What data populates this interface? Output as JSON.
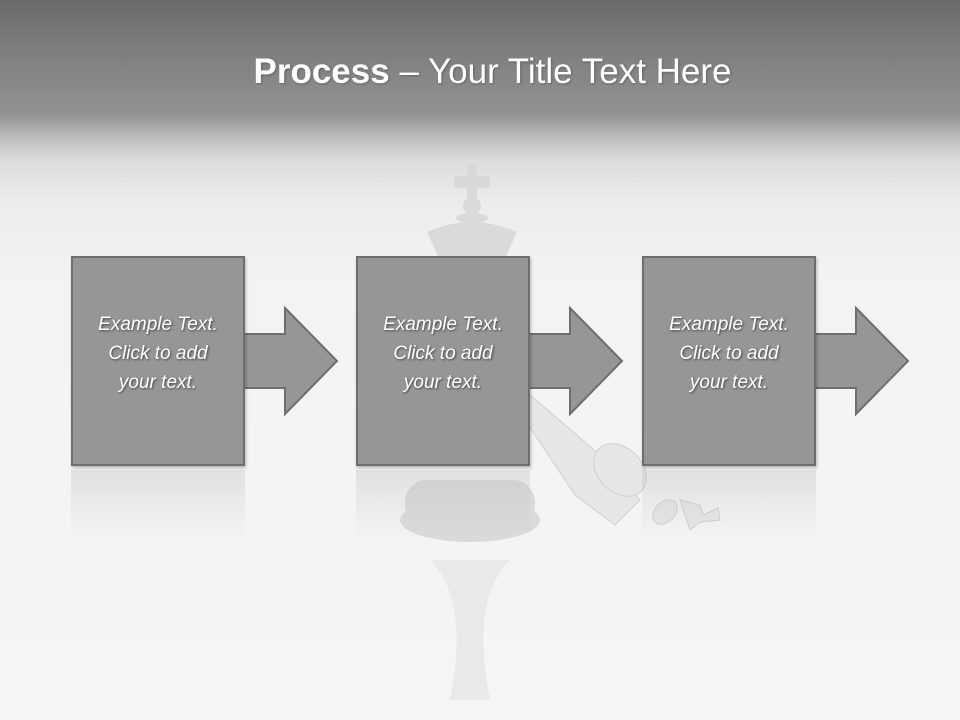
{
  "title": {
    "bold": "Process",
    "rest": " – Your Title Text Here"
  },
  "steps": [
    {
      "line1": "Example Text.",
      "line2": "Click  to add",
      "line3": "your text."
    },
    {
      "line1": "Example Text.",
      "line2": "Click  to add",
      "line3": "your text."
    },
    {
      "line1": "Example Text.",
      "line2": "Click  to add",
      "line3": "your text."
    }
  ],
  "colors": {
    "header": "#6a6a6a",
    "box_fill": "#969696",
    "box_border": "#6e6e6e",
    "text": "#ffffff"
  },
  "background_image": "chess-king-pieces"
}
